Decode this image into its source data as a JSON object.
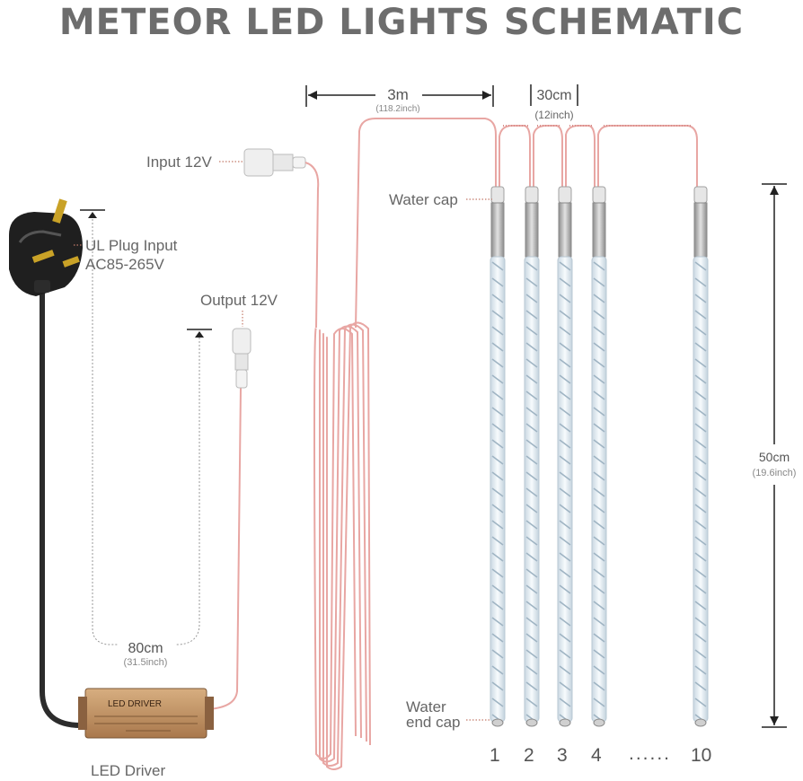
{
  "title": "METEOR LED LIGHTS SCHEMATIC",
  "labels": {
    "input_12v": "Input 12V",
    "ul_plug_line1": "UL Plug Input",
    "ul_plug_line2": "AC85-265V",
    "output_12v": "Output 12V",
    "water_cap": "Water cap",
    "water_end_cap_line1": "Water",
    "water_end_cap_line2": "end cap",
    "led_driver": "LED Driver",
    "driver_box_text": "LED DRIVER"
  },
  "dimensions": {
    "cable_length": "3m",
    "cable_length_inch": "(118.2inch)",
    "tube_spacing": "30cm",
    "tube_spacing_inch": "(12inch)",
    "tube_length": "50cm",
    "tube_length_inch": "(19.6inch)",
    "plug_cable_length": "80cm",
    "plug_cable_length_inch": "(31.5inch)"
  },
  "tube_numbers": [
    "1",
    "2",
    "3",
    "4",
    "10"
  ],
  "ellipsis": "......",
  "colors": {
    "wire": "#e8a6a3",
    "title": "#6d6d6d",
    "driver": "#c49a6c",
    "tube": "#dfe9ef"
  }
}
